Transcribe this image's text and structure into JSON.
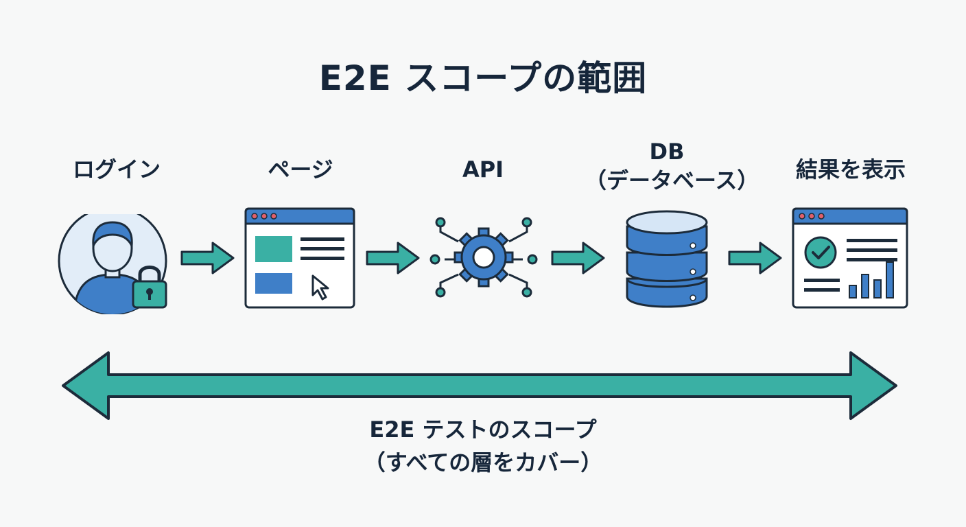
{
  "title": "E2E スコープの範囲",
  "steps": [
    {
      "label": "ログイン",
      "icon": "user-lock-icon"
    },
    {
      "label": "ページ",
      "icon": "browser-page-icon"
    },
    {
      "label": "API",
      "icon": "gear-network-icon"
    },
    {
      "label": "DB\n（データベース）",
      "icon": "database-icon"
    },
    {
      "label": "結果を表示",
      "icon": "result-dashboard-icon"
    }
  ],
  "scope": {
    "caption_line1": "E2E テストのスコープ",
    "caption_line2": "（すべての層をカバー）"
  },
  "colors": {
    "dark": "#1c2b3a",
    "blue": "#3f7fc8",
    "light_blue": "#d6e6f6",
    "teal": "#3ab0a4",
    "red_dot": "#e0606a",
    "background": "#f7f8f8"
  }
}
